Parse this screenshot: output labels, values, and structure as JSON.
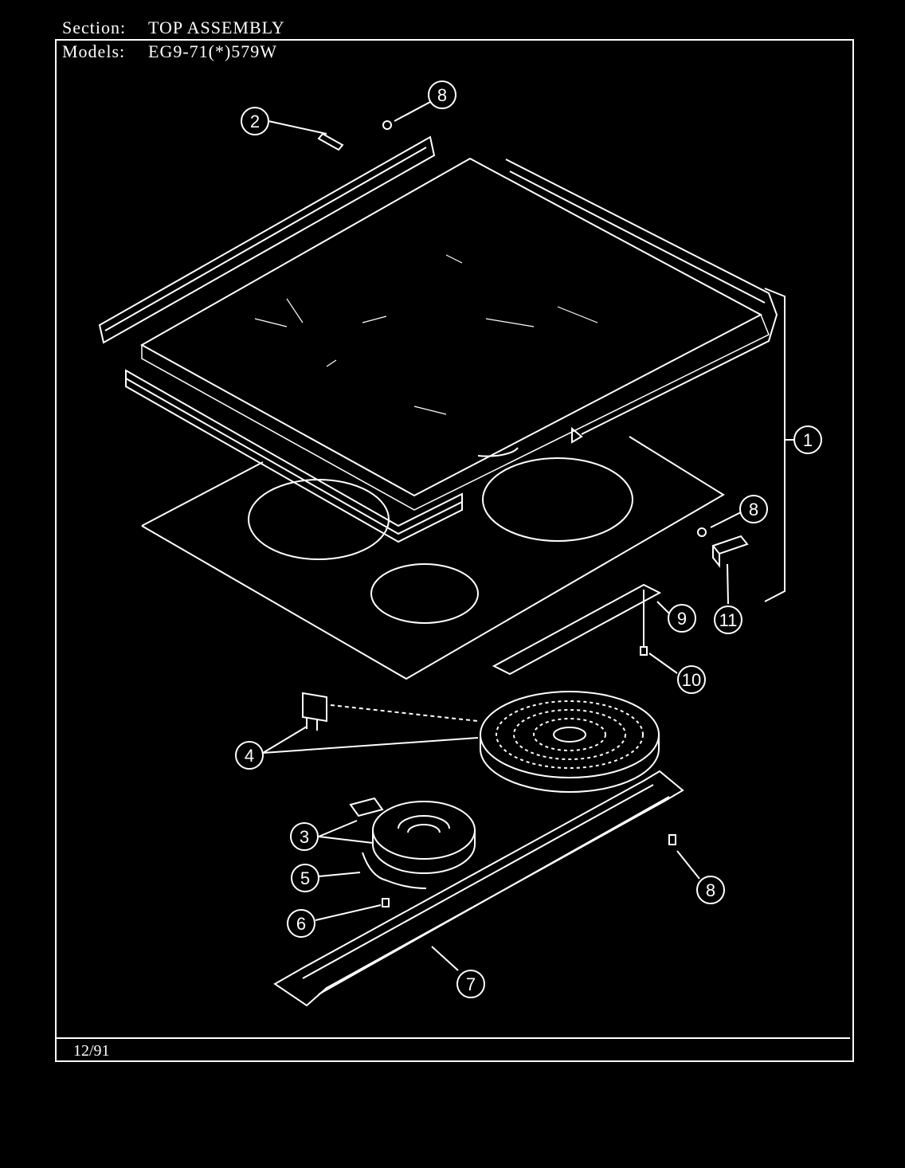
{
  "header": {
    "section_label": "Section:",
    "section_value": "TOP ASSEMBLY",
    "models_label": "Models:",
    "models_value": "EG9-71(*)579W"
  },
  "footer": {
    "date": "12/91"
  },
  "callouts": [
    "1",
    "2",
    "3",
    "4",
    "5",
    "6",
    "7",
    "8",
    "8",
    "8",
    "9",
    "10",
    "11"
  ],
  "colors": {
    "background": "#000000",
    "line": "#ffffff"
  }
}
